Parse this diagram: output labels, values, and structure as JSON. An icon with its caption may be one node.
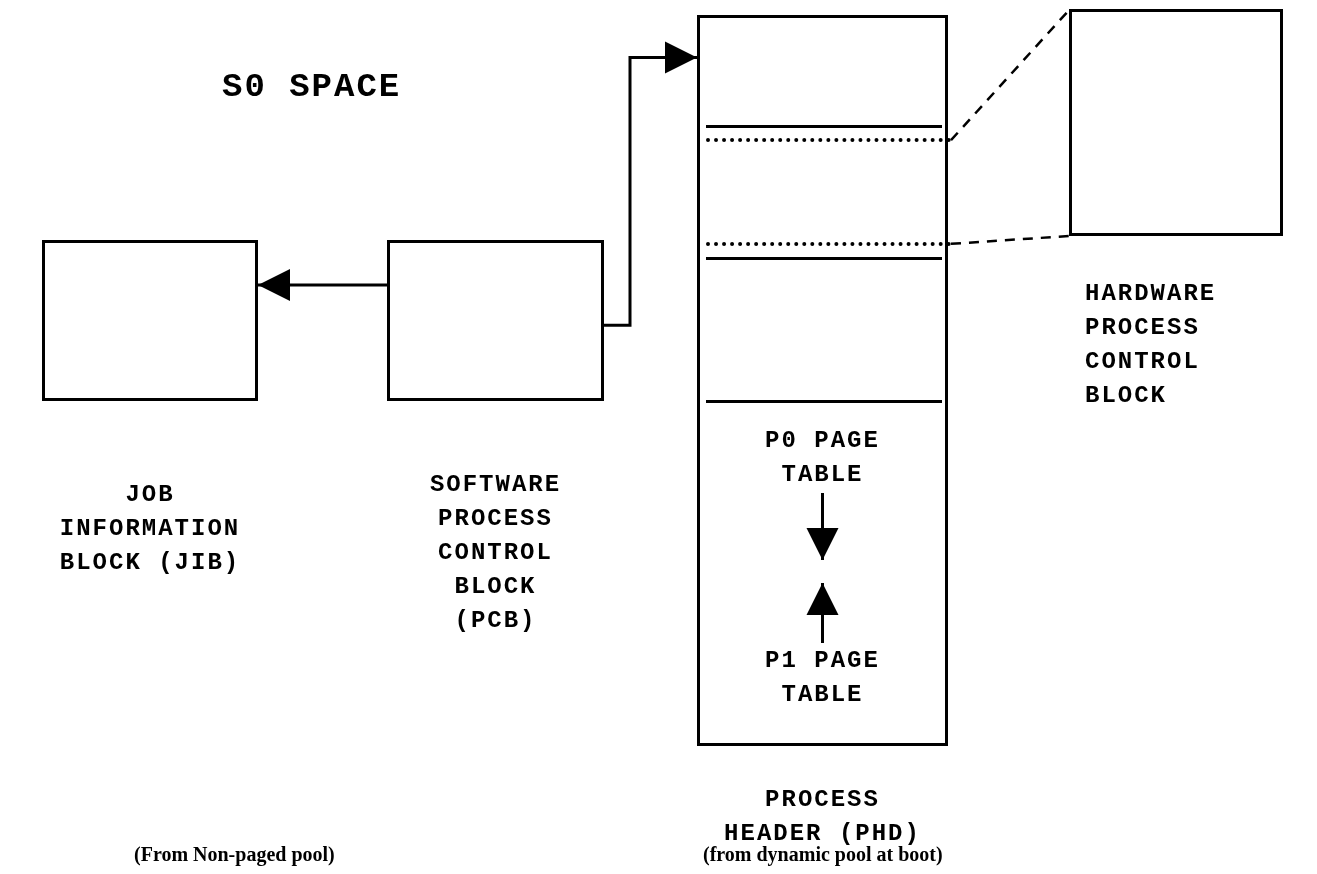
{
  "diagram": {
    "title": "S0 SPACE",
    "nodes": [
      {
        "text": [
          "JOB INFORMATION BLOCK (JIB)"
        ]
      },
      {
        "text": [
          "SOFTWARE PROCESS CONTROL BLOCK (PCB)"
        ]
      },
      {
        "text": [
          "PROCESS HEADER (PHD)"
        ]
      },
      {
        "text": [],
        "shape": "box",
        "in": 2
      },
      {
        "text": [
          "P0 PAGE TABLE"
        ],
        "in": 2
      },
      {
        "text": [
          "P1 PAGE TABLE"
        ],
        "in": 2
      },
      {
        "text": [
          "HARDWARE PROCESS CONTROL BLOCK"
        ]
      }
    ],
    "edges": [
      {
        "from": 1,
        "to": 0,
        "arrow": "to"
      },
      {
        "from": 1,
        "to": 2,
        "arrow": "to"
      },
      {
        "from": 3,
        "to": 6,
        "arrow": "none",
        "style": "dashed"
      },
      {
        "from": 3,
        "to": 6,
        "arrow": "none",
        "style": "dashed"
      },
      {
        "from": 4,
        "to": null,
        "arrow": "to"
      },
      {
        "from": 5,
        "to": null,
        "arrow": "to"
      }
    ],
    "labels": [
      "(From Non-paged pool)",
      "(from dynamic pool at boot)"
    ]
  }
}
